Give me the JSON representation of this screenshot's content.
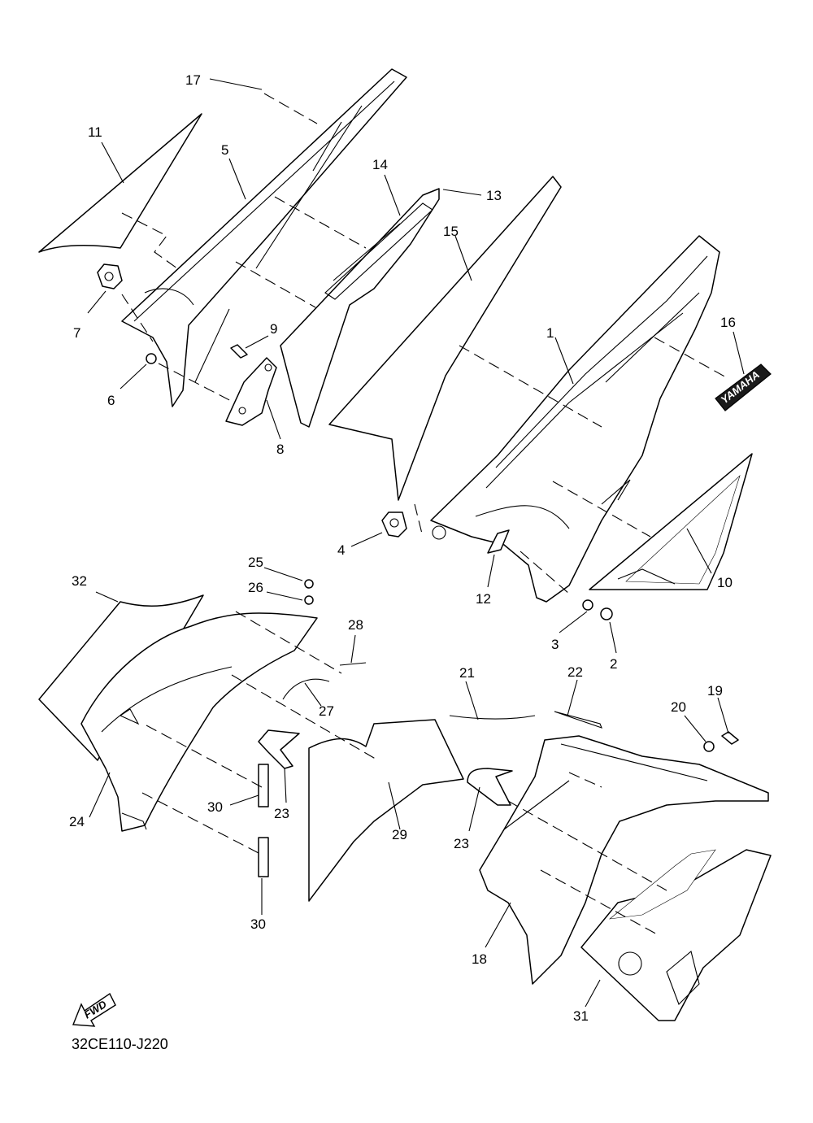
{
  "drawing_code": "32CE110-J220",
  "fwd_label": "FWD",
  "decal_texts": {
    "logo": "YAMAHA"
  },
  "callouts": [
    "1",
    "2",
    "3",
    "4",
    "5",
    "6",
    "7",
    "8",
    "9",
    "10",
    "11",
    "12",
    "13",
    "14",
    "15",
    "16",
    "17",
    "18",
    "19",
    "20",
    "21",
    "22",
    "23",
    "23",
    "24",
    "25",
    "26",
    "27",
    "28",
    "29",
    "30",
    "30",
    "31",
    "32"
  ]
}
